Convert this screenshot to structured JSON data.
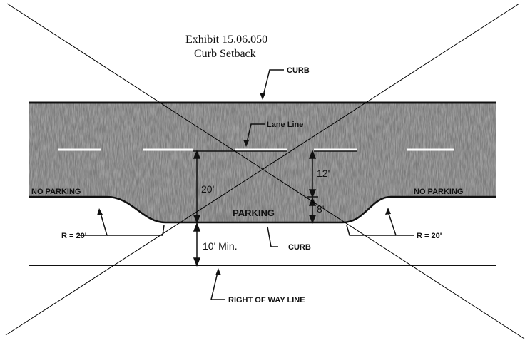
{
  "title": {
    "line1": "Exhibit 15.06.050",
    "line2": "Curb Setback"
  },
  "labels": {
    "curb_top": "CURB",
    "lane_line": "Lane Line",
    "no_parking_left": "NO PARKING",
    "no_parking_right": "NO PARKING",
    "parking": "PARKING",
    "radius_left": "R = 20'",
    "radius_right": "R = 20'",
    "curb_bottom": "CURB",
    "right_of_way": "RIGHT OF WAY LINE"
  },
  "dimensions": {
    "total": "20'",
    "lane": "12'",
    "parking": "8'",
    "setback": "10' Min."
  }
}
